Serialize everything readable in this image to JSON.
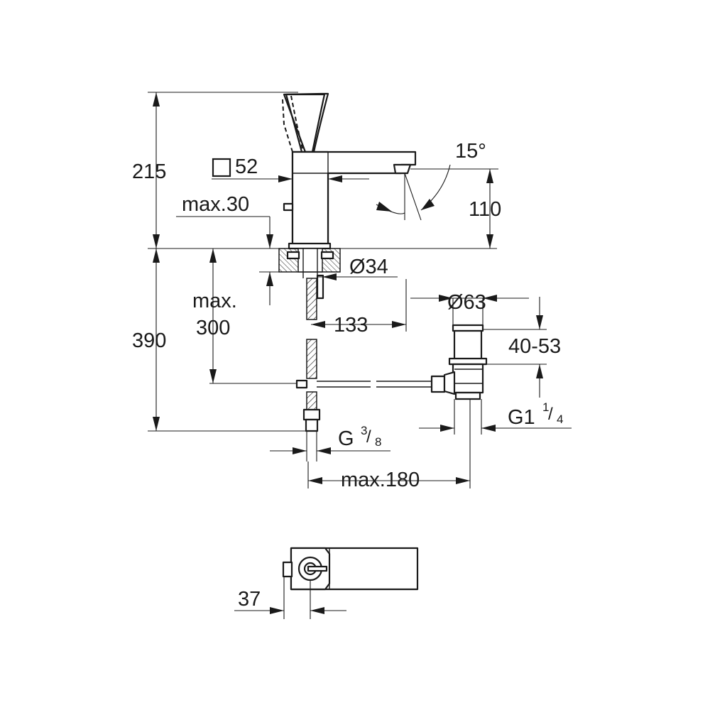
{
  "dimensions": {
    "height_total_top": "215",
    "square_size": "52",
    "max_deck_thickness": "max.30",
    "spout_angle": "15°",
    "spout_height": "110",
    "hole_diameter": "Ø34",
    "max_below_label_line1": "max.",
    "max_below_label_line2": "300",
    "height_below": "390",
    "offset_to_drain": "133",
    "drain_diameter": "Ø63",
    "drain_range": "40-53",
    "drain_thread_main": "G1",
    "drain_thread_num": "1",
    "drain_thread_den": "4",
    "hose_thread_main": "G",
    "hose_thread_num": "3",
    "hose_thread_den": "8",
    "max_drain_distance": "max.180",
    "top_view_offset": "37"
  }
}
